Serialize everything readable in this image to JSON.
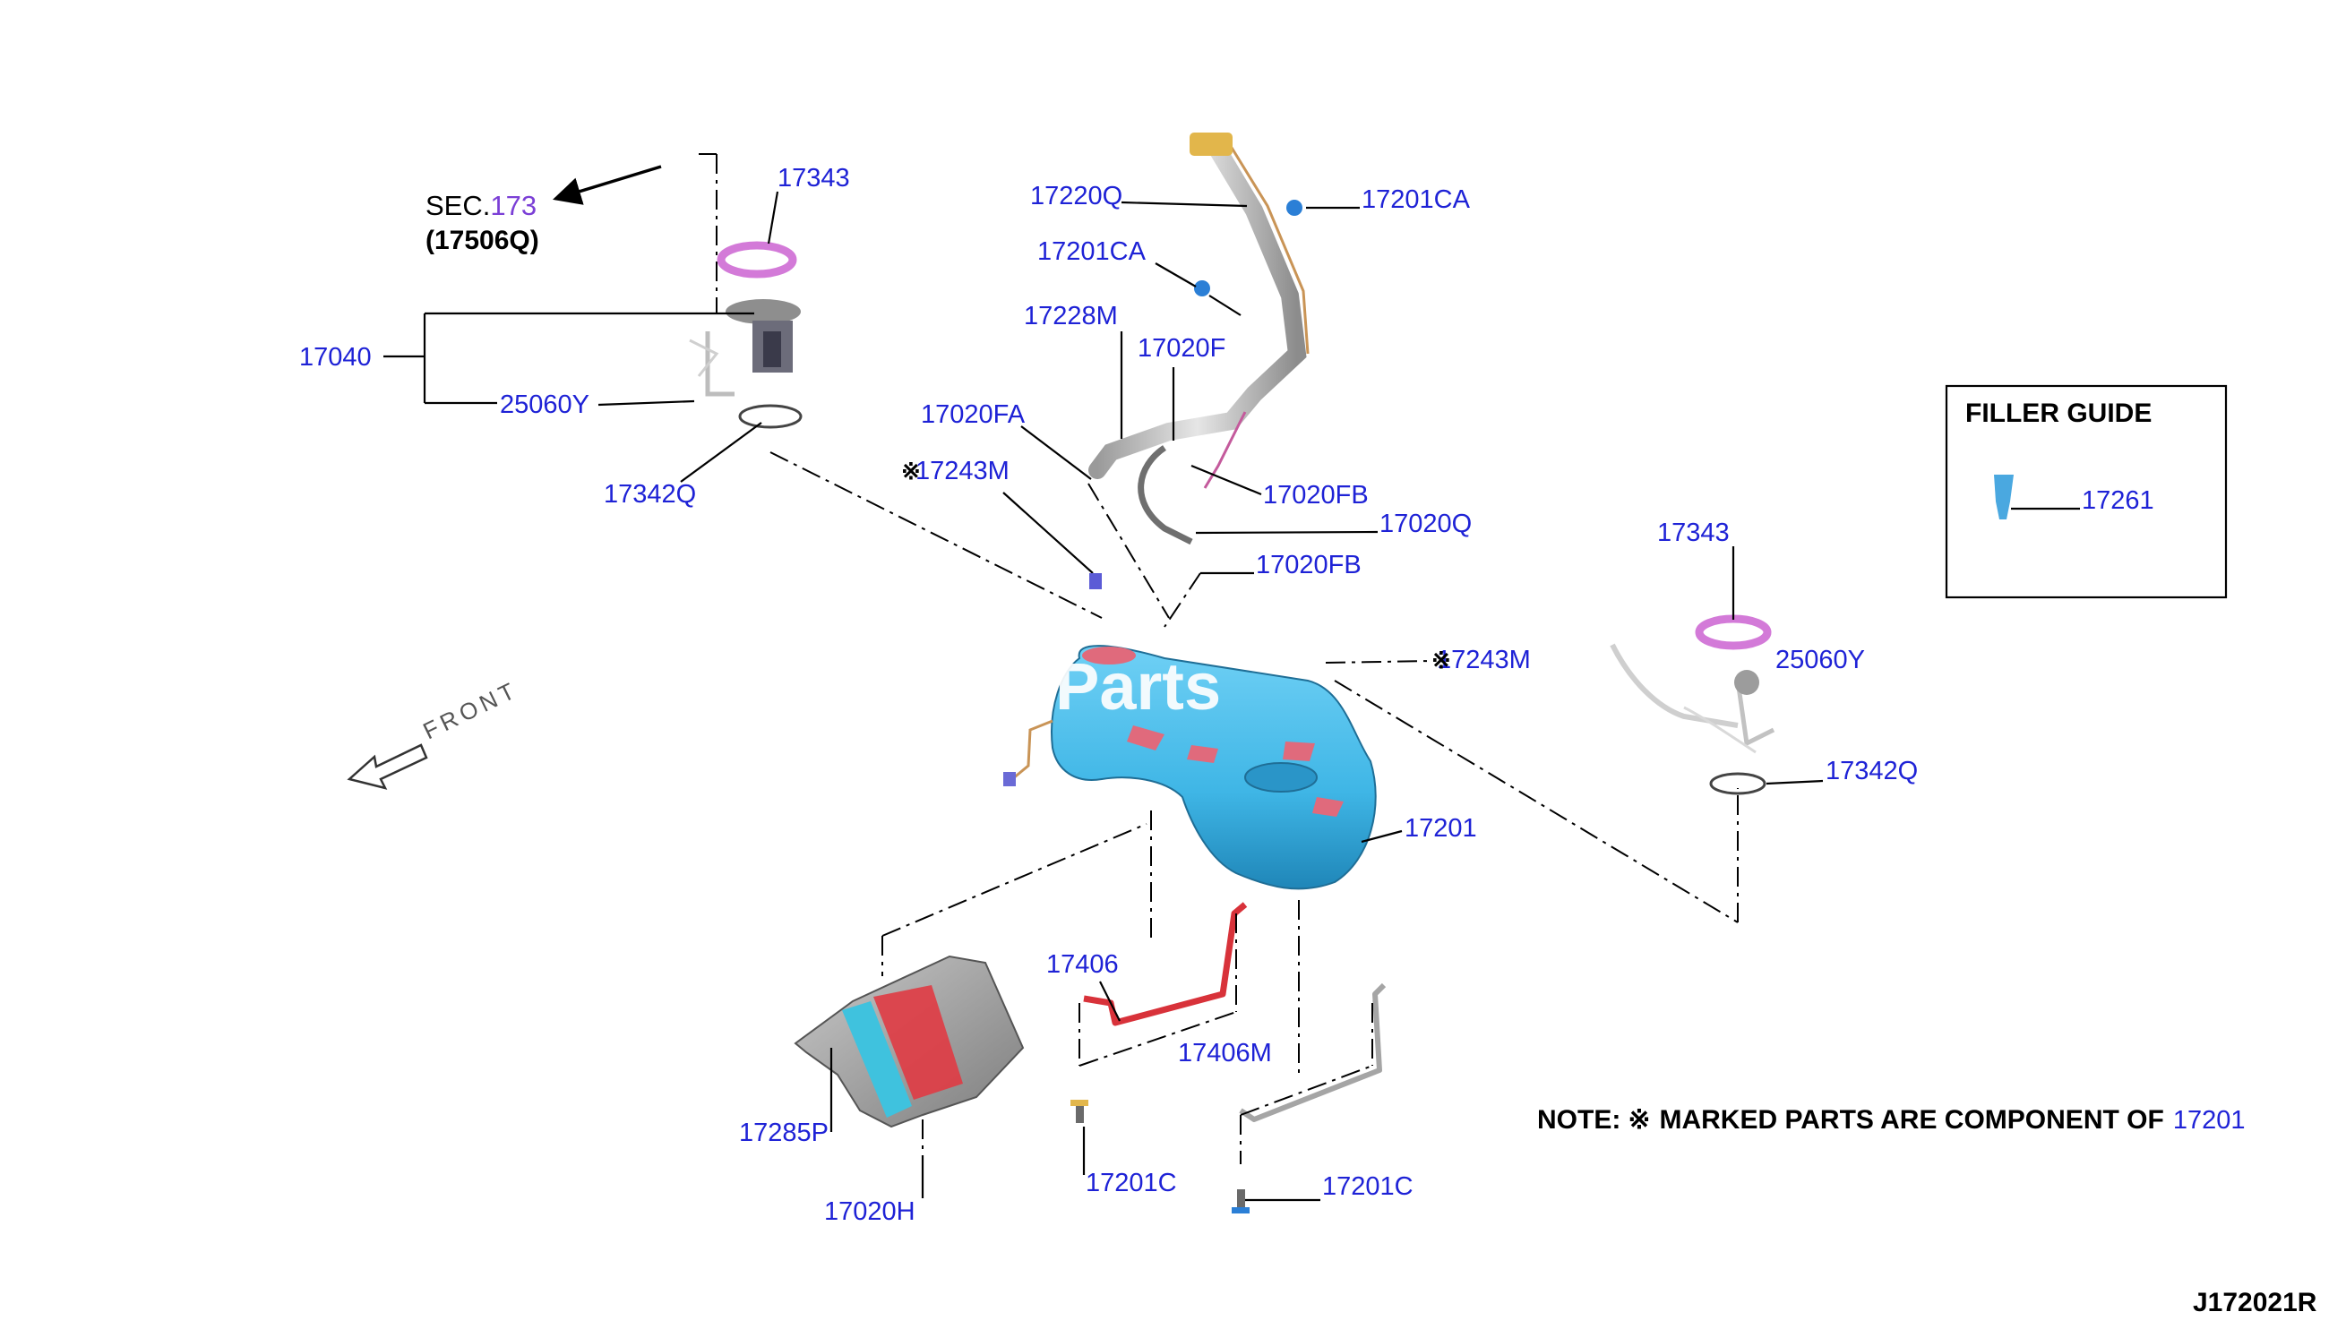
{
  "sec_ref": {
    "prefix": "SEC.",
    "number": "173",
    "sub": "(17506Q)"
  },
  "front_label": "FRONT",
  "filler_guide": {
    "title": "FILLER GUIDE",
    "part": "17261"
  },
  "note": {
    "prefix": "NOTE:",
    "mark": "※",
    "text": "MARKED PARTS ARE COMPONENT OF",
    "part": "17201"
  },
  "diagram_code": "J172021R",
  "watermark": "Parts",
  "parts": {
    "p17343_left": "17343",
    "p17040": "17040",
    "p25060y_left": "25060Y",
    "p17342q_left": "17342Q",
    "p17220q": "17220Q",
    "p17201ca_top": "17201CA",
    "p17201ca_mid": "17201CA",
    "p17228m": "17228M",
    "p17020f": "17020F",
    "p17020fa": "17020FA",
    "p17243m_left": "17243M",
    "p17020fb_upper": "17020FB",
    "p17020q": "17020Q",
    "p17020fb_lower": "17020FB",
    "p17343_right": "17343",
    "p17243m_right": "17243M",
    "p25060y_right": "25060Y",
    "p17342q_right": "17342Q",
    "p17201": "17201",
    "p17406": "17406",
    "p17406m": "17406M",
    "p17285p": "17285P",
    "p17020h": "17020H",
    "p17201c_left": "17201C",
    "p17201c_right": "17201C"
  },
  "colors": {
    "label": "#1e22d6",
    "tank": "#3fb6e6",
    "tank_dark": "#1f86b8",
    "gasket": "#d37ad8",
    "strap": "#d8323a",
    "heat_shield": "#a3a3a3",
    "sec_number": "#7b3fd6"
  }
}
